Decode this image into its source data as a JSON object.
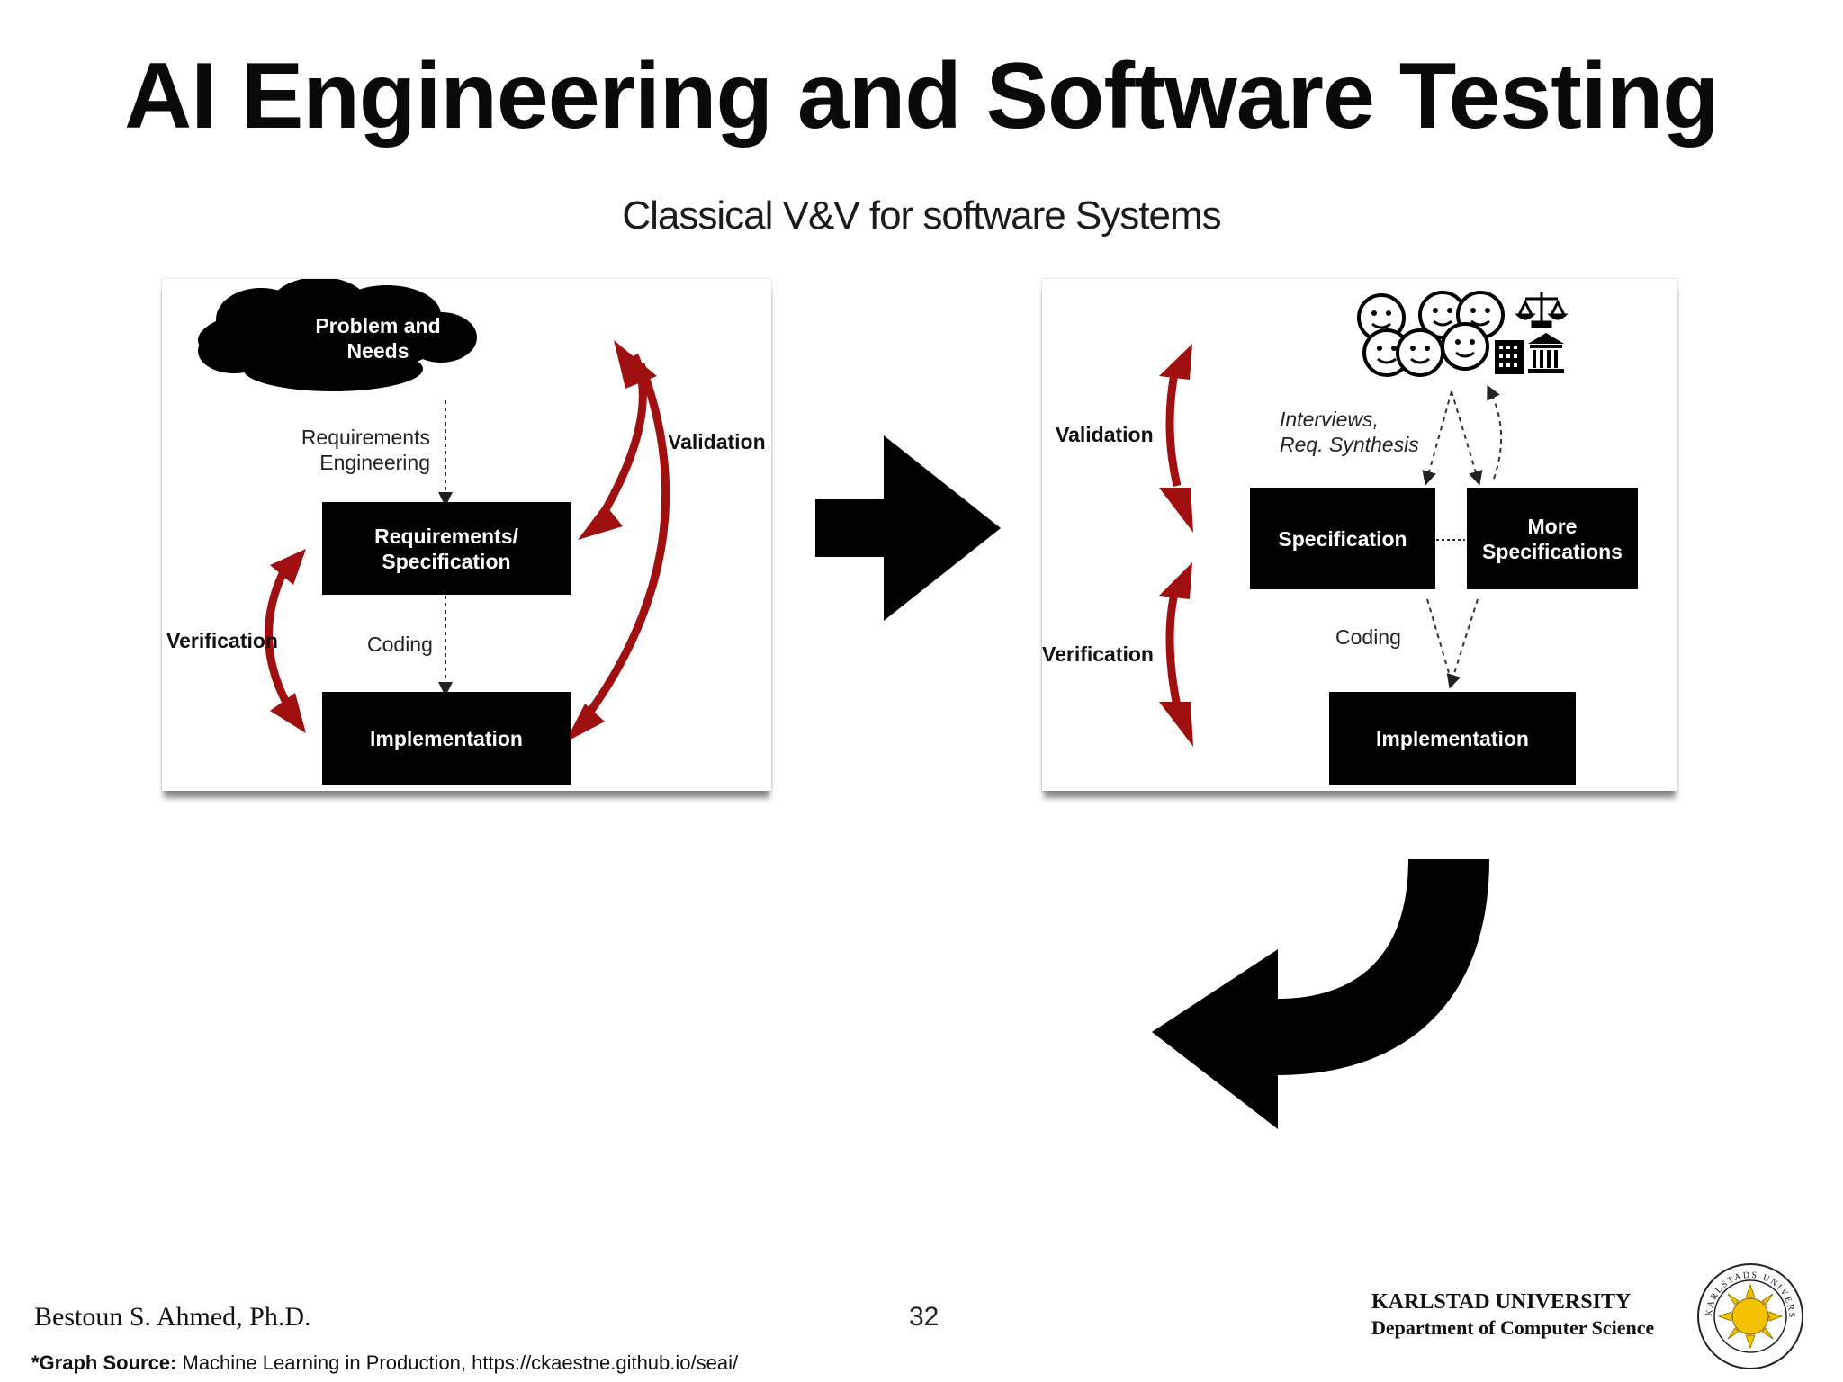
{
  "slide": {
    "title": "AI Engineering and Software Testing",
    "subtitle": "Classical V&V for software Systems"
  },
  "left_diagram": {
    "cloud": "Problem and\nNeeds",
    "req_eng": "Requirements\nEngineering",
    "req_spec": "Requirements/\nSpecification",
    "coding": "Coding",
    "implementation": "Implementation",
    "verification": "Verification",
    "validation": "Validation"
  },
  "right_diagram": {
    "validation": "Validation",
    "verification": "Verification",
    "interviews": "Interviews,\nReq. Synthesis",
    "specification": "Specification",
    "more_specs": "More\nSpecifications",
    "coding": "Coding",
    "implementation": "Implementation",
    "icons": [
      "smiley-face-icon",
      "building-icon",
      "scales-of-justice-icon",
      "courthouse-icon"
    ]
  },
  "footer": {
    "author": "Bestoun S. Ahmed, Ph.D.",
    "page_number": "32",
    "source_label": "*Graph Source:",
    "source_text": "Machine Learning in Production, https://ckaestne.github.io/seai/",
    "university": "KARLSTAD UNIVERSITY",
    "department": "Department of Computer Science",
    "seal_text": "KARLSTADS UNIVERSITET"
  },
  "colors": {
    "arrow_red": "#a01010",
    "box_black": "#000000",
    "seal_yellow": "#f2c200"
  }
}
